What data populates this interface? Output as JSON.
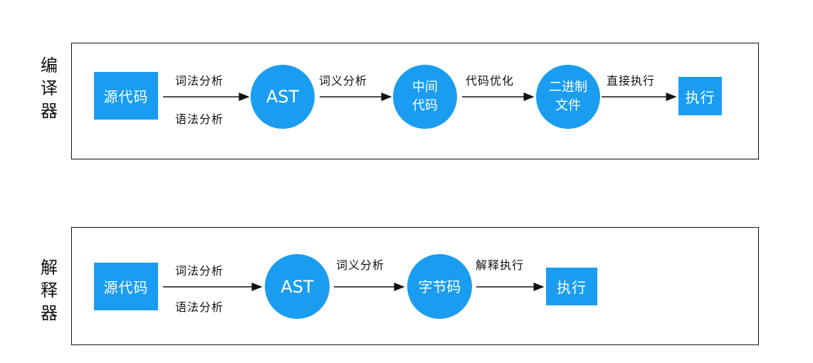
{
  "compiler": {
    "title": [
      "编",
      "译",
      "器"
    ],
    "source": "源代码",
    "edge1_top": "词法分析",
    "edge1_bottom": "语法分析",
    "ast": "AST",
    "edge2": "词义分析",
    "ir_line1": "中间",
    "ir_line2": "代码",
    "edge3": "代码优化",
    "bin_line1": "二进制",
    "bin_line2": "文件",
    "edge4": "直接执行",
    "exec": "执行"
  },
  "interpreter": {
    "title": [
      "解",
      "释",
      "器"
    ],
    "source": "源代码",
    "edge1_top": "词法分析",
    "edge1_bottom": "语法分析",
    "ast": "AST",
    "edge2": "词义分析",
    "bytecode": "字节码",
    "edge3": "解释执行",
    "exec": "执行"
  },
  "colors": {
    "accent": "#1a9df0",
    "line": "#111111"
  }
}
